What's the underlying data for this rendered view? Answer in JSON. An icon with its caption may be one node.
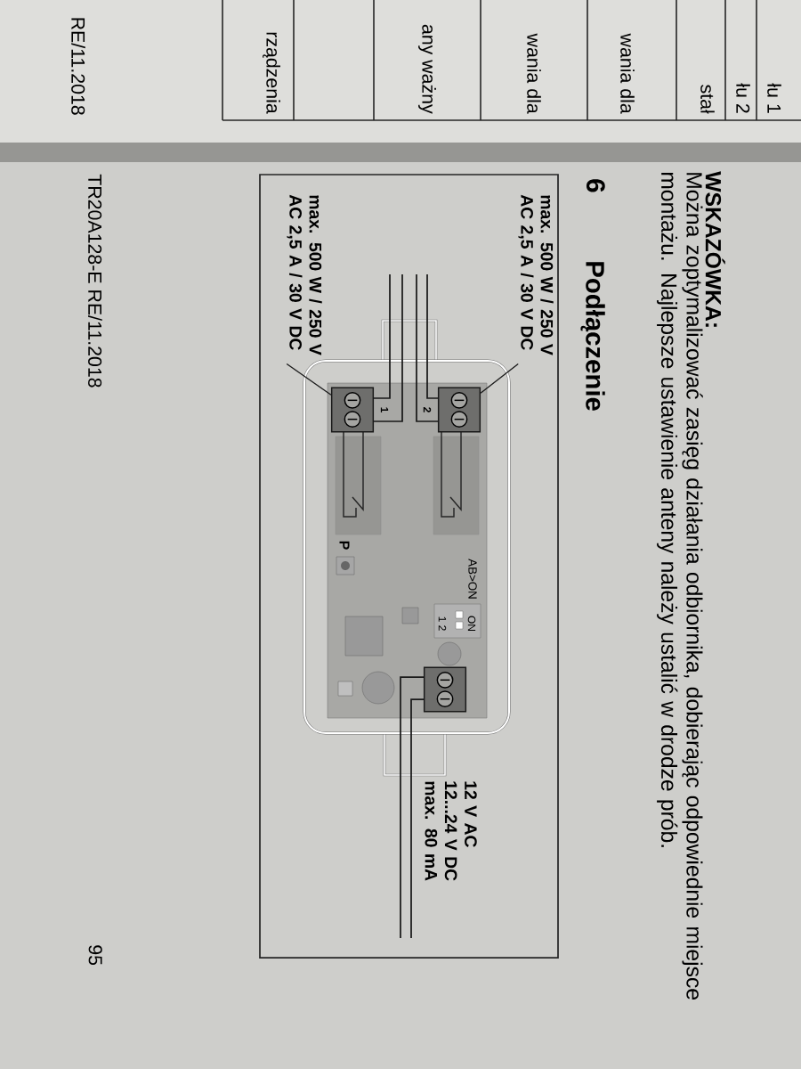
{
  "diagram": {
    "title": "Podłączenie",
    "nodes": [
      {
        "text": [
          "max. 500 W / 250 V AC 2,5 A / 30 V DC"
        ]
      },
      {
        "text": [],
        "shape": "picture",
        "beside": [
          "2"
        ]
      },
      {
        "text": [
          "max. 500 W / 250 V AC 2,5 A / 30 V DC"
        ]
      },
      {
        "text": [],
        "shape": "picture",
        "beside": [
          "1"
        ]
      },
      {
        "text": [],
        "shape": "picture"
      }
    ],
    "edges": [
      {
        "from": 0,
        "to": 1,
        "arrow": "none"
      },
      {
        "from": 2,
        "to": 3,
        "arrow": "none"
      }
    ],
    "labels": [
      "łu 1",
      "łu 2",
      "stał",
      "wania dla",
      "wania dla",
      "any ważny",
      "rządzenia",
      "RE/11.2018",
      "WSKAZÓWKA:",
      "Można zoptymalizować zasięg działania odbiornika, dobierając odpowiednie miejsce montażu. Najlepsze ustawienie anteny należy ustalić w drodze prób.",
      "6",
      "P",
      "AB>ON",
      "ON",
      "1 2",
      "12 V AC 12...24 V DC max. 80 mA",
      "TR20A128-E RE/11.2018",
      "95"
    ]
  }
}
